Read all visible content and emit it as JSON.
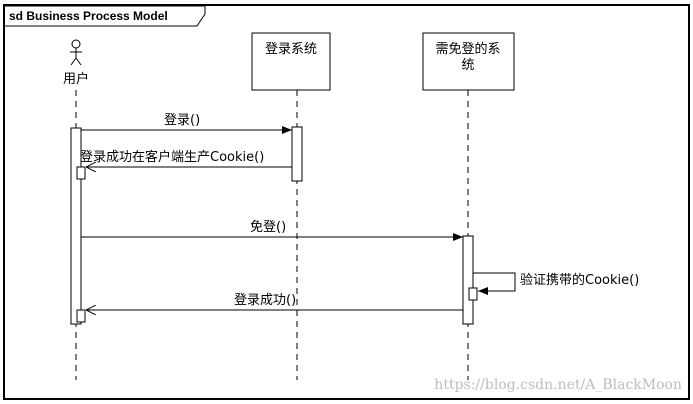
{
  "diagram": {
    "frame_title": "sd Business Process Model",
    "lifelines": {
      "user": "用户",
      "login_system": "登录系统",
      "sso_system_line1": "需免登的系",
      "sso_system_line2": "统"
    },
    "messages": {
      "login": "登录()",
      "cookie_generated": "登录成功在客户端生产Cookie()",
      "sso_login": "免登()",
      "verify_cookie": "验证携带的Cookie()",
      "login_success": "登录成功()"
    },
    "watermark": "https://blog.csdn.net/A_BlackMoon"
  }
}
